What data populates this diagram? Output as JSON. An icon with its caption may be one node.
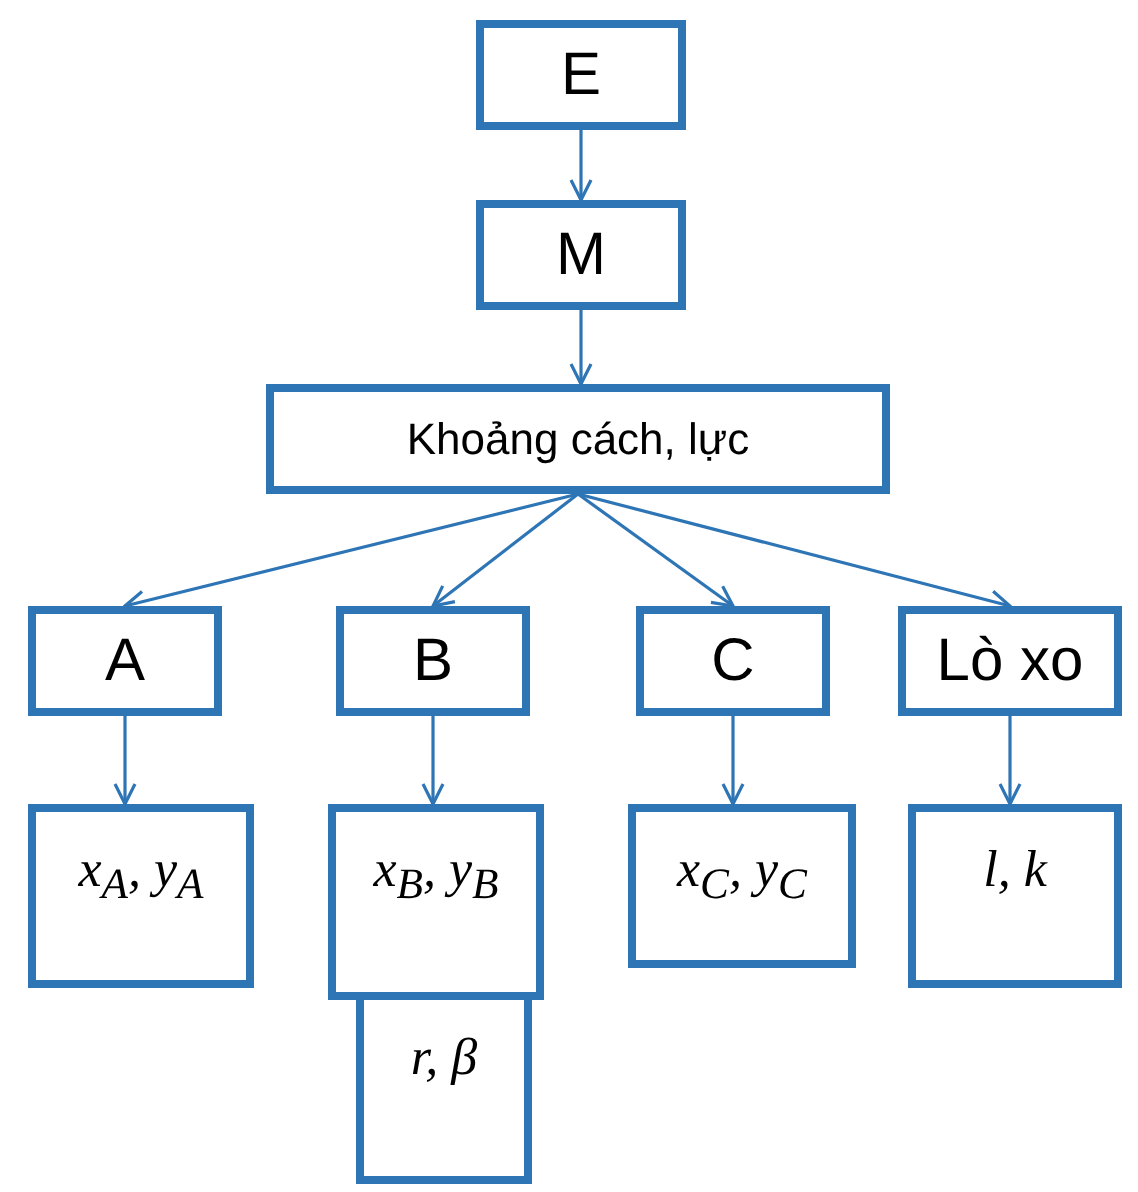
{
  "diagram": {
    "nodes": [
      {
        "text": [
          "E"
        ]
      },
      {
        "text": [
          "M"
        ]
      },
      {
        "text": [
          "Khoảng cách, lực"
        ]
      },
      {
        "text": [
          "A"
        ]
      },
      {
        "text": [
          "B"
        ]
      },
      {
        "text": [
          "C"
        ]
      },
      {
        "text": [
          "Lò xo"
        ]
      },
      {
        "text": [
          "x$_{A}$, y$_{A}$"
        ]
      },
      {
        "text": [
          "x$_{B}$, y$_{B}$"
        ]
      },
      {
        "text": [
          "r, β"
        ]
      },
      {
        "text": [
          "x$_{C}$, y$_{C}$"
        ]
      },
      {
        "text": [
          "l, k"
        ]
      }
    ],
    "edges": [
      {
        "from": 0,
        "to": 1,
        "arrow": "to"
      },
      {
        "from": 1,
        "to": 2,
        "arrow": "to"
      },
      {
        "from": 2,
        "to": 3,
        "arrow": "to"
      },
      {
        "from": 2,
        "to": 4,
        "arrow": "to"
      },
      {
        "from": 2,
        "to": 5,
        "arrow": "to"
      },
      {
        "from": 2,
        "to": 6,
        "arrow": "to"
      },
      {
        "from": 3,
        "to": 7,
        "arrow": "to"
      },
      {
        "from": 4,
        "to": 8,
        "arrow": "to"
      },
      {
        "from": 5,
        "to": 10,
        "arrow": "to"
      },
      {
        "from": 6,
        "to": 11,
        "arrow": "to"
      }
    ]
  }
}
